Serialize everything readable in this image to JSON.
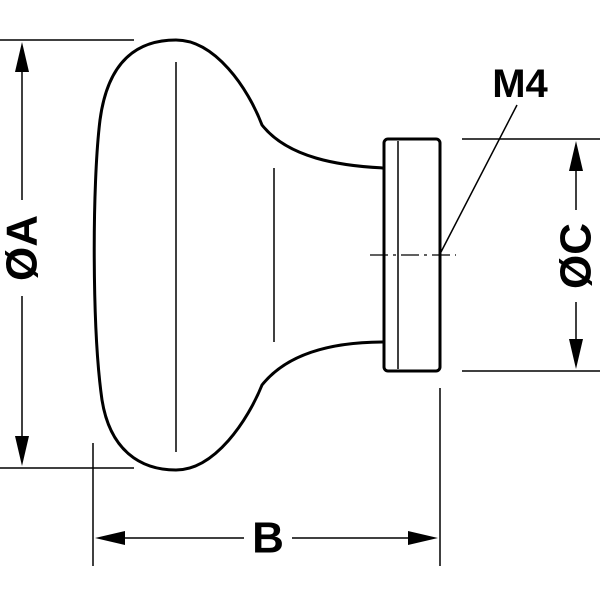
{
  "drawing": {
    "labels": {
      "diameter_a": "ØA",
      "length_b": "B",
      "diameter_c": "ØC",
      "thread": "M4"
    },
    "colors": {
      "line": "#000000",
      "background": "#ffffff"
    }
  }
}
